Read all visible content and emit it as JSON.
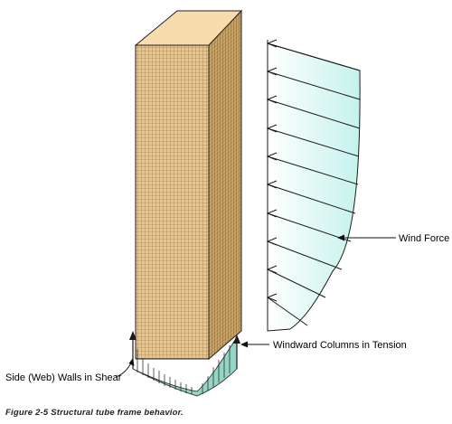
{
  "labels": {
    "wind_force": "Wind Force",
    "windward_columns": "Windward Columns in Tension",
    "side_walls": "Side (Web) Walls in Shear"
  },
  "caption": "Figure 2-5    Structural tube frame behavior.",
  "colors": {
    "building_top": "#f8dcae",
    "building_front": "#e9c68f",
    "building_side": "#c9a466",
    "grid_line": "#8a6a3a",
    "wind_fill": "#c5f2ec",
    "arrow_stroke": "#1a1a1a"
  },
  "wind_arrow_count": 10
}
